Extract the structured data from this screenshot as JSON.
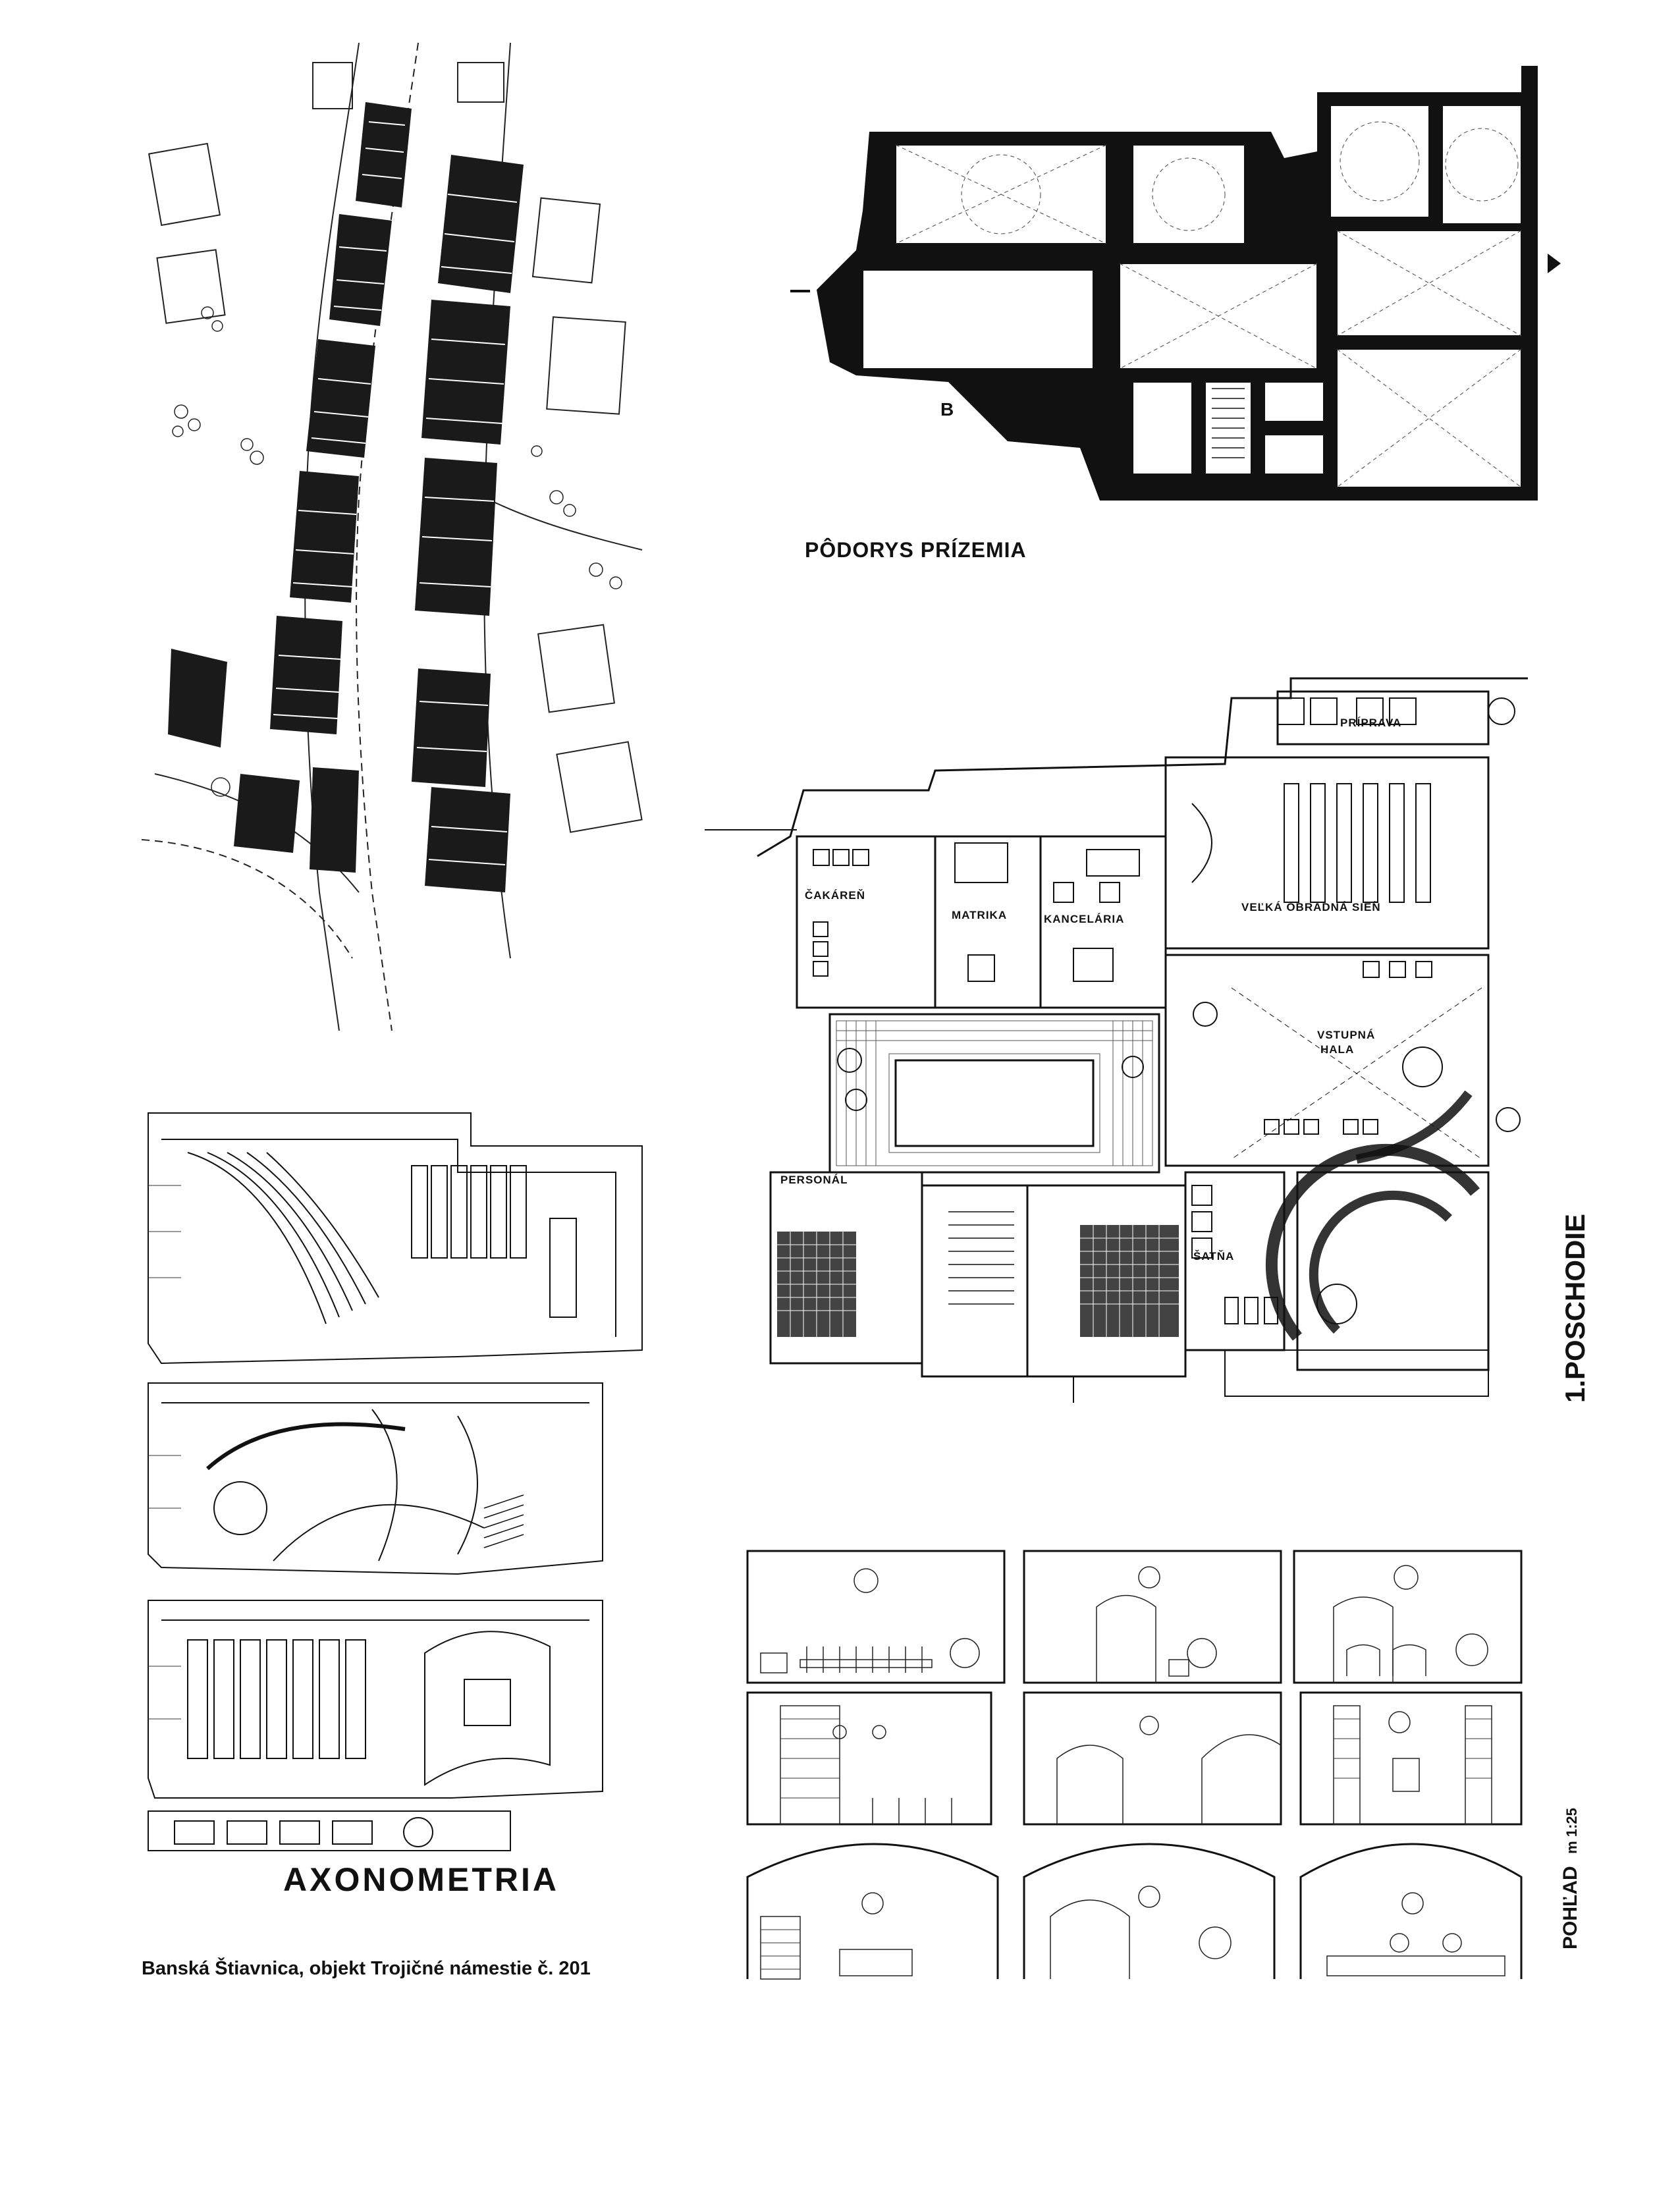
{
  "ground_floor_title": "PÔDORYS PRÍZEMIA",
  "section_marker": "B",
  "first_floor": {
    "title": "1.POSCHODIE",
    "rooms": {
      "cakaren": "ČAKÁREŇ",
      "matrika": "MATRIKA",
      "kancelaria": "KANCELÁRIA",
      "priprava": "PRÍPRAVA",
      "obradna_sien": "VEĽKÁ OBRADNÁ SIEŇ",
      "vstupna_hala_1": "VSTUPNÁ",
      "vstupna_hala_2": "HALA",
      "personal": "PERSONÁL",
      "satna": "ŠATŇA"
    }
  },
  "axonometry_title": "AXONOMETRIA",
  "elevations_title": "POHĽAD",
  "elevations_scale": "m 1:25",
  "caption": "Banská Štiavnica, objekt Trojičné námestie č. 201"
}
